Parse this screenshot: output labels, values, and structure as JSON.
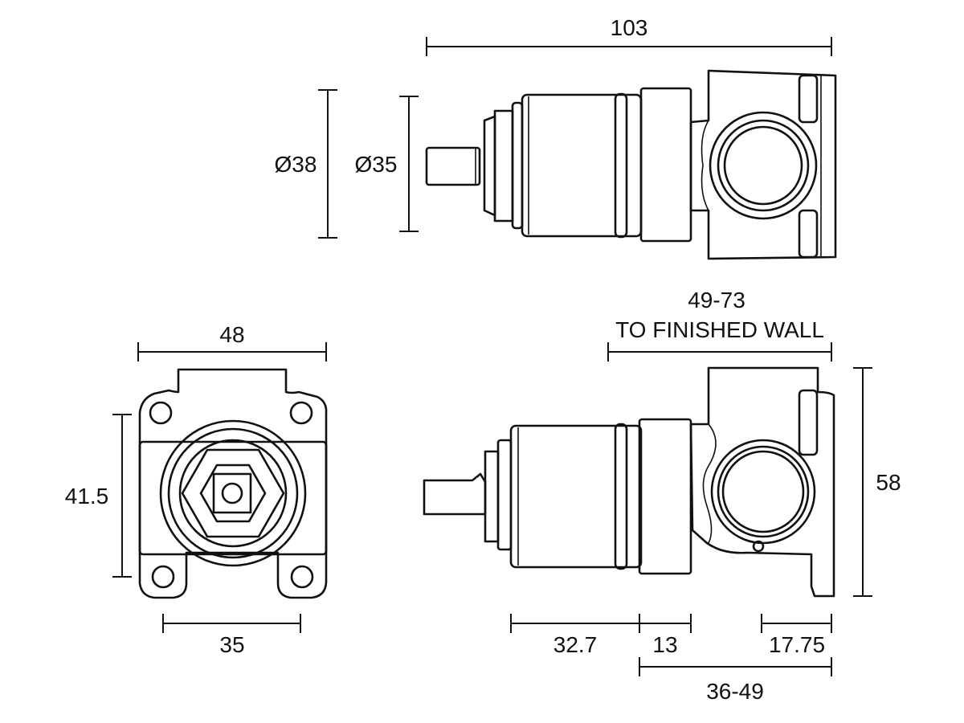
{
  "drawing": {
    "line_color": "#111111",
    "background": "#ffffff",
    "views": [
      "top-view",
      "front-view",
      "side-view"
    ]
  },
  "dimensions": {
    "overall_length": "103",
    "diameter_body": "Ø38",
    "diameter_cartridge": "Ø35",
    "wall_range": "49-73",
    "wall_note": "TO FINISHED WALL",
    "front_width": "48",
    "front_height": "41.5",
    "front_hole_spacing": "35",
    "side_height": "58",
    "spindle_length": "32.7",
    "nut_length": "13",
    "outlet_offset": "17.75",
    "body_range": "36-49"
  }
}
